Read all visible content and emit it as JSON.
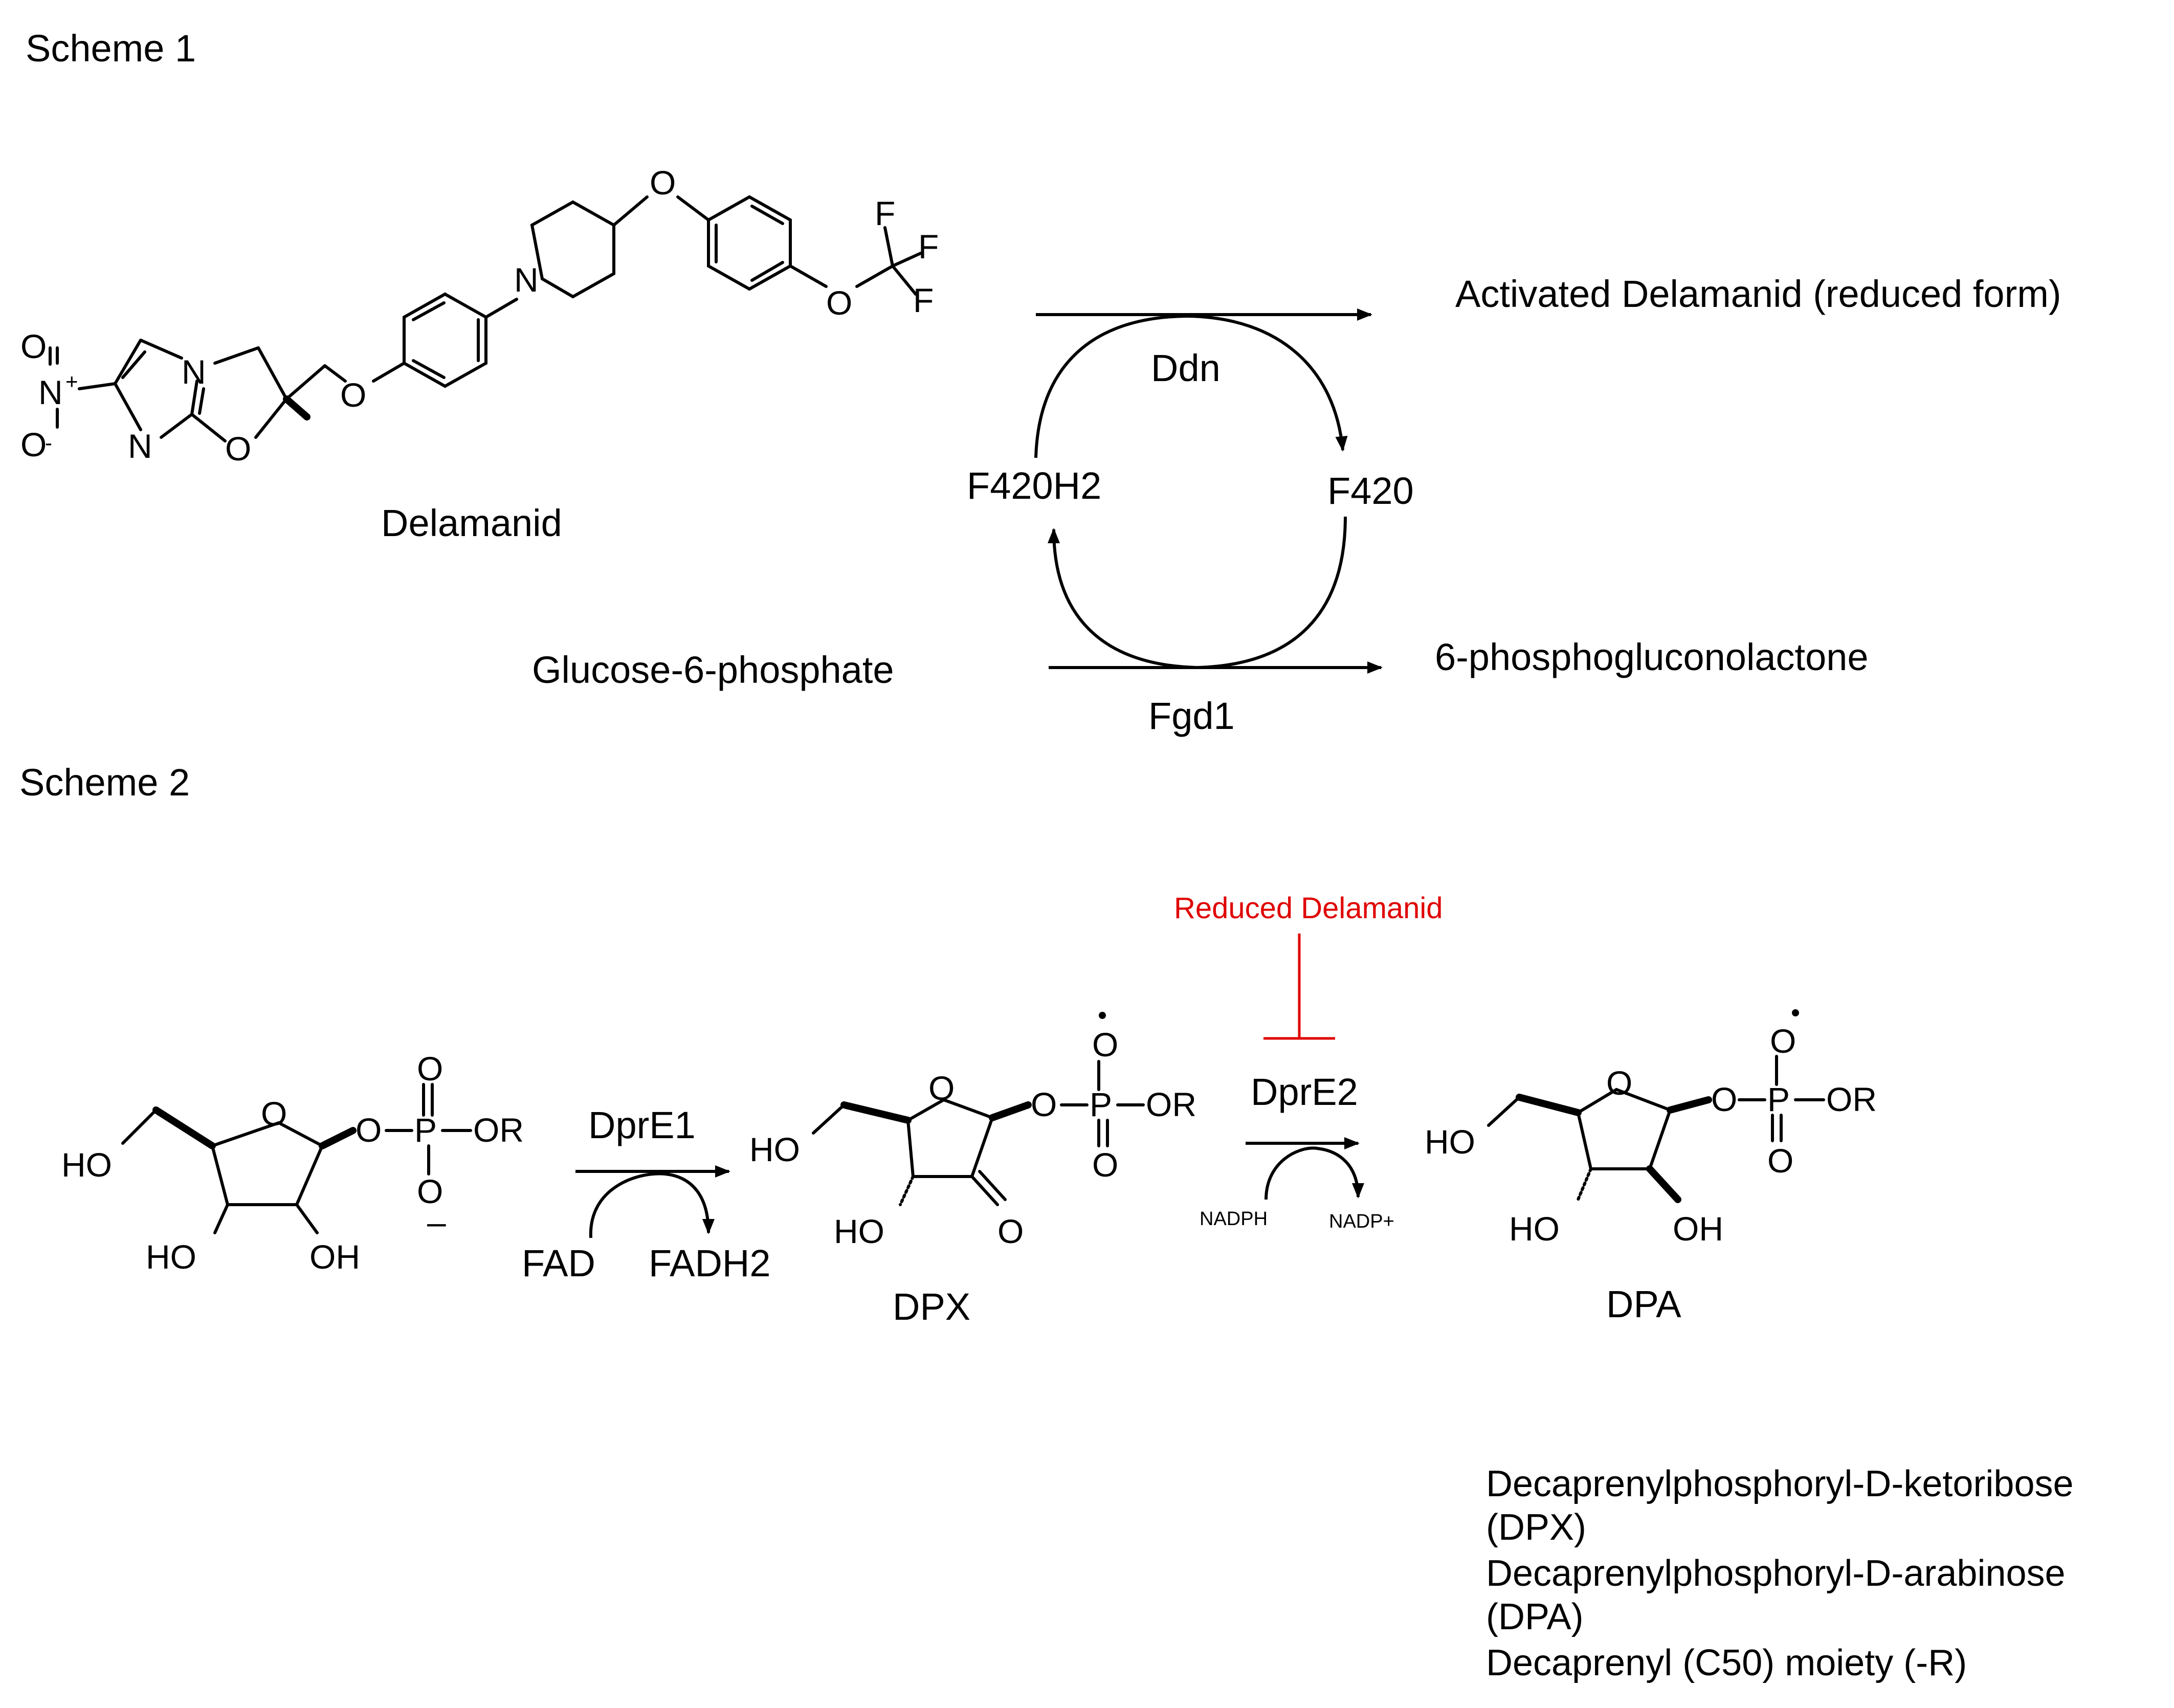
{
  "scheme1": {
    "title": "Scheme 1",
    "compound": "Delamanid",
    "enzyme_top": "Ddn",
    "enzyme_bottom": "Fgd1",
    "cofactor_left": "F420H2",
    "cofactor_right": "F420",
    "product_top": "Activated Delamanid (reduced form)",
    "substrate_bottom": "Glucose-6-phosphate",
    "product_bottom": "6-phosphogluconolactone"
  },
  "scheme2": {
    "title": "Scheme 2",
    "inhibitor": "Reduced Delamanid",
    "enzyme1": "DprE1",
    "cofactor1_in": "FAD",
    "cofactor1_out": "FADH2",
    "enzyme2": "DprE2",
    "cofactor2_in": "NADPH",
    "cofactor2_out": "NADP+",
    "intermediate": "DPX",
    "product": "DPA"
  },
  "legend": [
    "Decaprenylphosphoryl-D-ketoribose",
    "(DPX)",
    "Decaprenylphosphoryl-D-arabinose",
    "(DPA)",
    "Decaprenyl (C50) moiety (-R)"
  ],
  "colors": {
    "inhibitor": "#e00000",
    "text": "#000000"
  }
}
